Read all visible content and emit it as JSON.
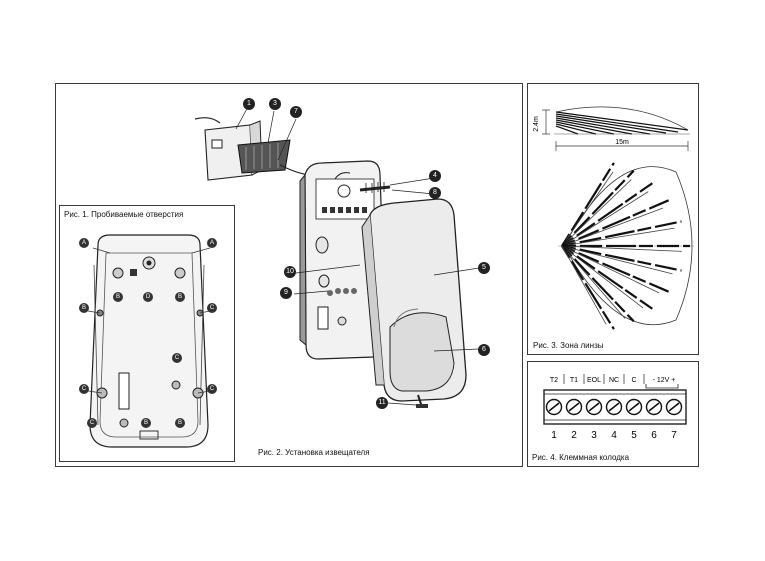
{
  "fig1": {
    "caption": "Рис. 1. Пробиваемые отверстия",
    "markers": [
      "A",
      "A",
      "B",
      "D",
      "B",
      "B",
      "C",
      "C",
      "C",
      "C",
      "C",
      "B",
      "B"
    ]
  },
  "fig2": {
    "caption": "Рис. 2. Установка извещателя",
    "callouts": [
      "1",
      "3",
      "7",
      "4",
      "8",
      "5",
      "10",
      "9",
      "6",
      "11"
    ]
  },
  "fig3": {
    "caption": "Рис. 3. Зона линзы",
    "height_label": "2.4m",
    "range_label": "15m"
  },
  "fig4": {
    "caption": "Рис. 4. Клеммная колодка",
    "terminal_labels": [
      "T2",
      "T1",
      "EOL",
      "NC",
      "C",
      "- 12V +"
    ],
    "terminal_numbers": [
      "1",
      "2",
      "3",
      "4",
      "5",
      "6",
      "7"
    ]
  }
}
